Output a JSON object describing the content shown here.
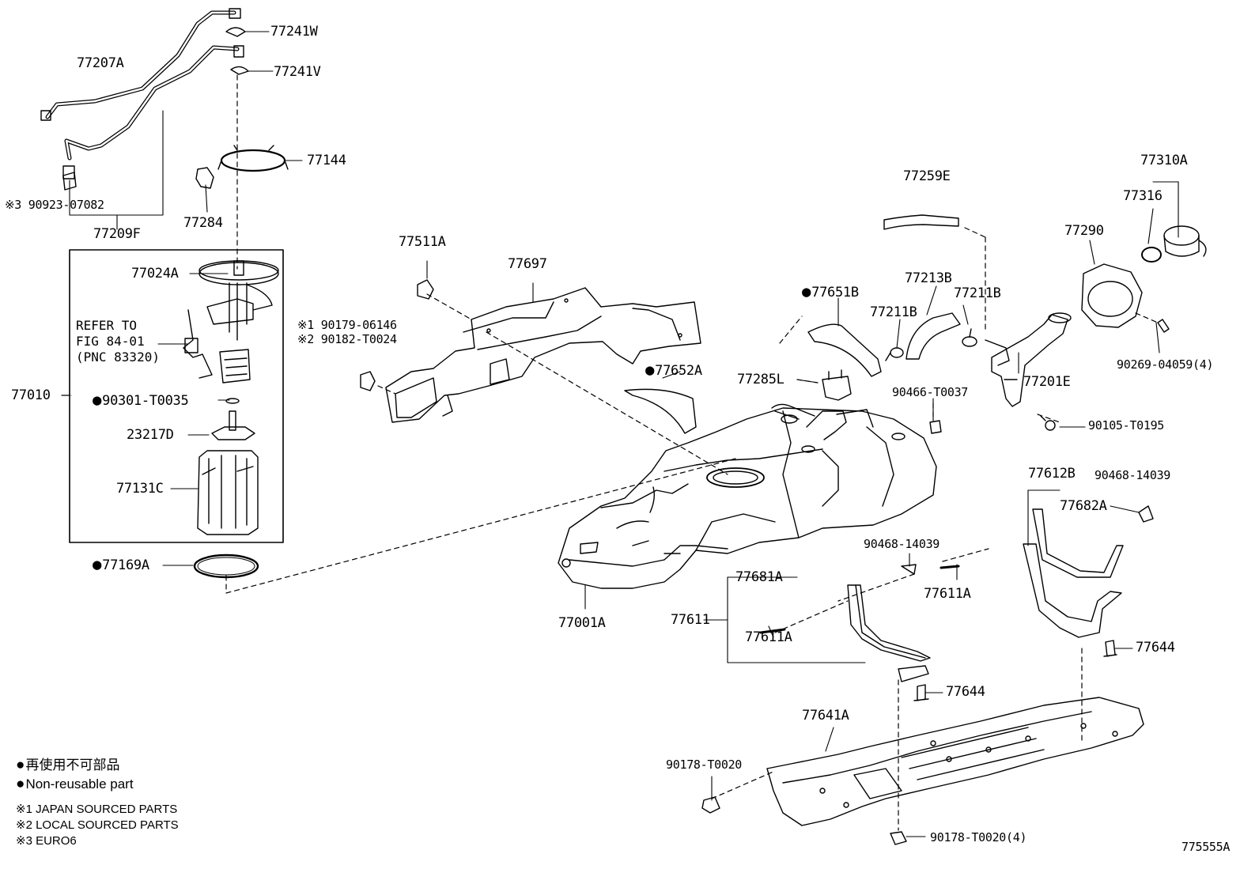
{
  "labels": {
    "p77241W": "77241W",
    "p77207A": "77207A",
    "p77241V": "77241V",
    "p77144": "77144",
    "p90923": "※3 90923-07082",
    "p77209F": "77209F",
    "p77284": "77284",
    "p77024A": "77024A",
    "p77010": "77010",
    "p90301": "90301-T0035",
    "p23217D": "23217D",
    "p77131C": "77131C",
    "p77169A": "77169A",
    "p77511A": "77511A",
    "p77697": "77697",
    "p90179": "※1 90179-06146",
    "p90182": "※2 90182-T0024",
    "p77652A": "77652A",
    "p77651B": "77651B",
    "p77259E": "77259E",
    "p77213B": "77213B",
    "p77211B_a": "77211B",
    "p77211B_b": "77211B",
    "p77285L": "77285L",
    "p90466": "90466-T0037",
    "p77201E": "77201E",
    "p77290": "77290",
    "p77316": "77316",
    "p77310A": "77310A",
    "p90269": "90269-04059(4)",
    "p90105": "90105-T0195",
    "p77612B": "77612B",
    "p90468_a": "90468-14039",
    "p77682A": "77682A",
    "p90468_b": "90468-14039",
    "p77681A": "77681A",
    "p77611A_a": "77611A",
    "p77611": "77611",
    "p77611A_b": "77611A",
    "p77001A": "77001A",
    "p77644_a": "77644",
    "p77644_b": "77644",
    "p77641A": "77641A",
    "p90178_a": "90178-T0020",
    "p90178_b": "90178-T0020(4)"
  },
  "refer": {
    "line1": "REFER TO",
    "line2": "FIG 84-01",
    "line3": "(PNC 83320)"
  },
  "legend": {
    "jp": "再使用不可部品",
    "en": "Non-reusable part"
  },
  "notes": {
    "n1": "※1 JAPAN SOURCED PARTS",
    "n2": "※2 LOCAL SOURCED PARTS",
    "n3": "※3 EURO6"
  },
  "figure_id": "775555A"
}
